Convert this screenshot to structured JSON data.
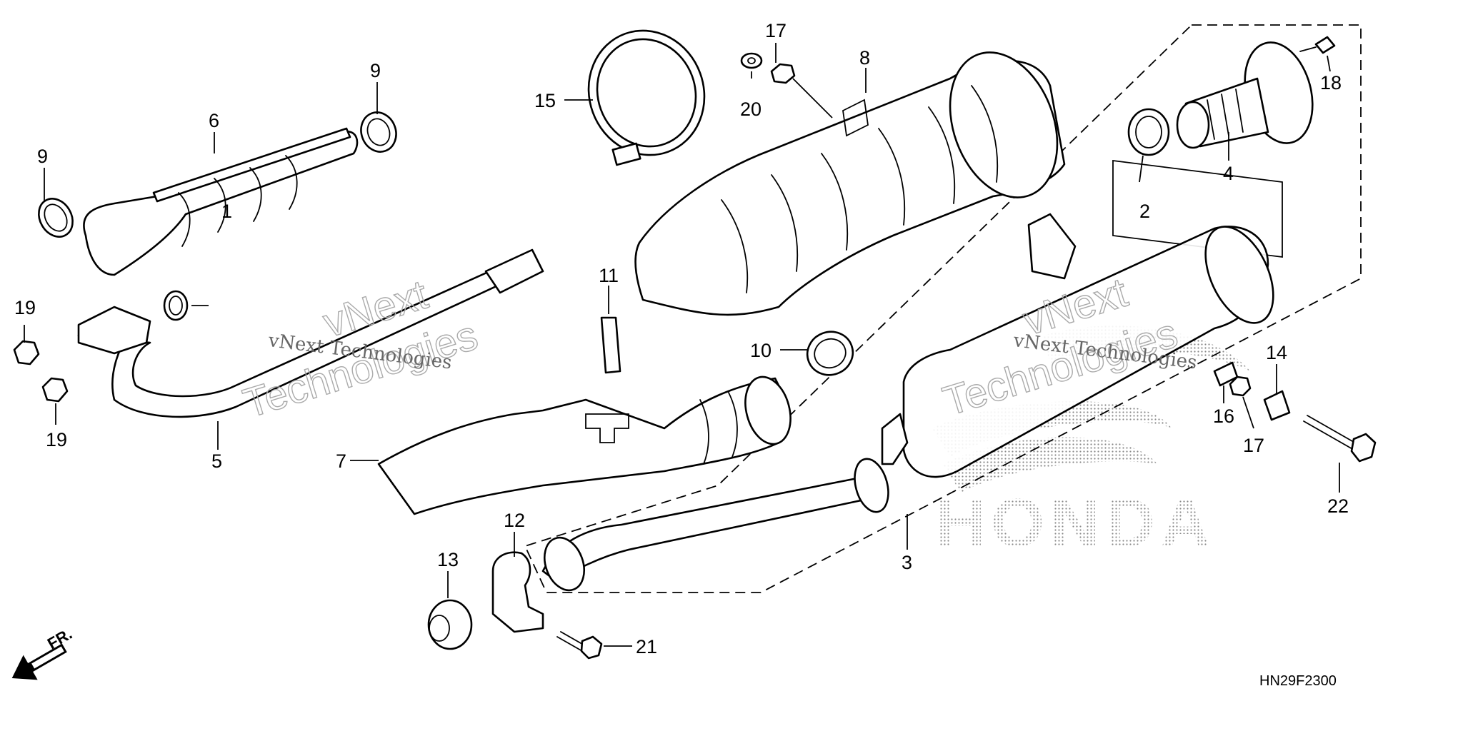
{
  "diagram_code": "HN29F2300",
  "direction_label": "FR.",
  "watermark": {
    "line_small": "vNext Technologies",
    "line_big_1": "vNext",
    "line_big_2": "Technologies"
  },
  "brand_mark": "HONDA",
  "callouts": {
    "c1": "1",
    "c2": "2",
    "c3": "3",
    "c4": "4",
    "c5": "5",
    "c6": "6",
    "c7": "7",
    "c8": "8",
    "c9a": "9",
    "c9b": "9",
    "c10": "10",
    "c11": "11",
    "c12": "12",
    "c13": "13",
    "c14": "14",
    "c15": "15",
    "c16": "16",
    "c17a": "17",
    "c17b": "17",
    "c18": "18",
    "c19a": "19",
    "c19b": "19",
    "c20": "20",
    "c21": "21",
    "c22": "22"
  }
}
